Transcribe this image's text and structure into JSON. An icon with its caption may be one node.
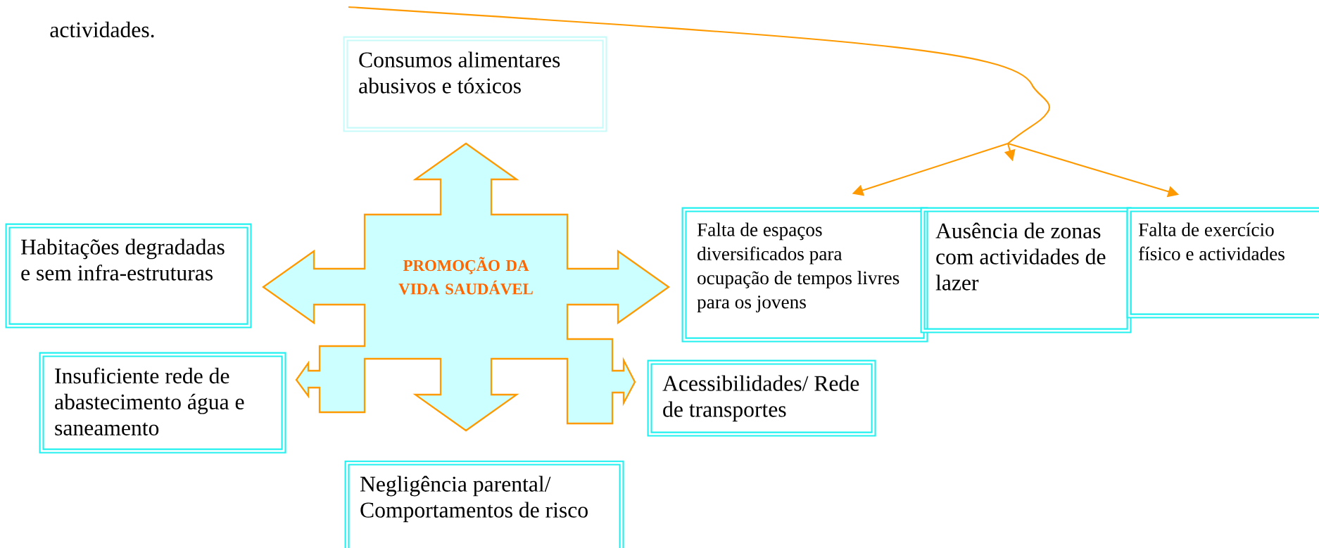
{
  "diagram": {
    "nodes": [
      {
        "text": [
          "Consumos alimentares abusivos e tóxicos"
        ]
      },
      {
        "text": [
          "PROMOÇÃO DA VIDA SAUDÁVEL"
        ]
      },
      {
        "text": [
          "Habitações degradadas e sem infra-estruturas"
        ]
      },
      {
        "text": [
          "Falta de espaços diversificados para ocupação de tempos livres para os jovens"
        ]
      },
      {
        "text": [
          "Ausência de zonas com actividades de lazer"
        ]
      },
      {
        "text": [
          "Falta de exercício físico e actividades"
        ]
      },
      {
        "text": [
          "Insuficiente rede de abastecimento água e saneamento"
        ]
      },
      {
        "text": [
          "Acessibilidades/ Rede de transportes"
        ]
      },
      {
        "text": [
          "Negligência parental/ Comportamentos de risco"
        ]
      }
    ],
    "edges": [
      {
        "from": null,
        "to": 3,
        "arrow": "to"
      },
      {
        "from": null,
        "to": 4,
        "arrow": "to"
      },
      {
        "from": null,
        "to": 5,
        "arrow": "to"
      }
    ],
    "labels": [
      "actividades."
    ]
  }
}
